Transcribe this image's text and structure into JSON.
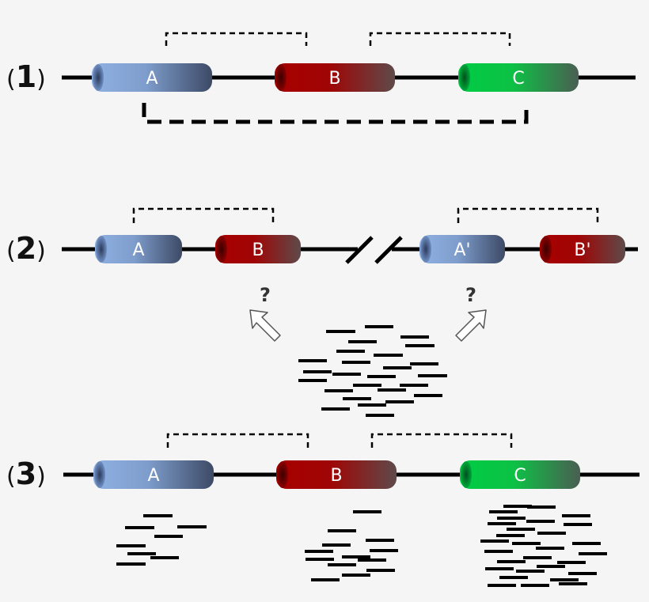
{
  "rows": [
    {
      "label_open": "(",
      "label_num": "1",
      "label_close": ")",
      "genes": [
        {
          "name": "A",
          "color": "blue"
        },
        {
          "name": "B",
          "color": "red"
        },
        {
          "name": "C",
          "color": "green"
        }
      ]
    },
    {
      "label_open": "(",
      "label_num": "2",
      "label_close": ")",
      "genes": [
        {
          "name": "A",
          "color": "blue"
        },
        {
          "name": "B",
          "color": "red"
        },
        {
          "name": "A'",
          "color": "blue"
        },
        {
          "name": "B'",
          "color": "red"
        }
      ]
    },
    {
      "label_open": "(",
      "label_num": "3",
      "label_close": ")",
      "genes": [
        {
          "name": "A",
          "color": "blue"
        },
        {
          "name": "B",
          "color": "red"
        },
        {
          "name": "C",
          "color": "green"
        }
      ]
    }
  ],
  "question_marks": [
    "?",
    "?"
  ],
  "colors": {
    "blue": "#8fb1e3",
    "blue_dark": "#3d4a66",
    "red": "#a80000",
    "red_dark": "#5e4a4a",
    "green": "#00cc44",
    "green_dark": "#4a5e52",
    "line": "#000000"
  }
}
